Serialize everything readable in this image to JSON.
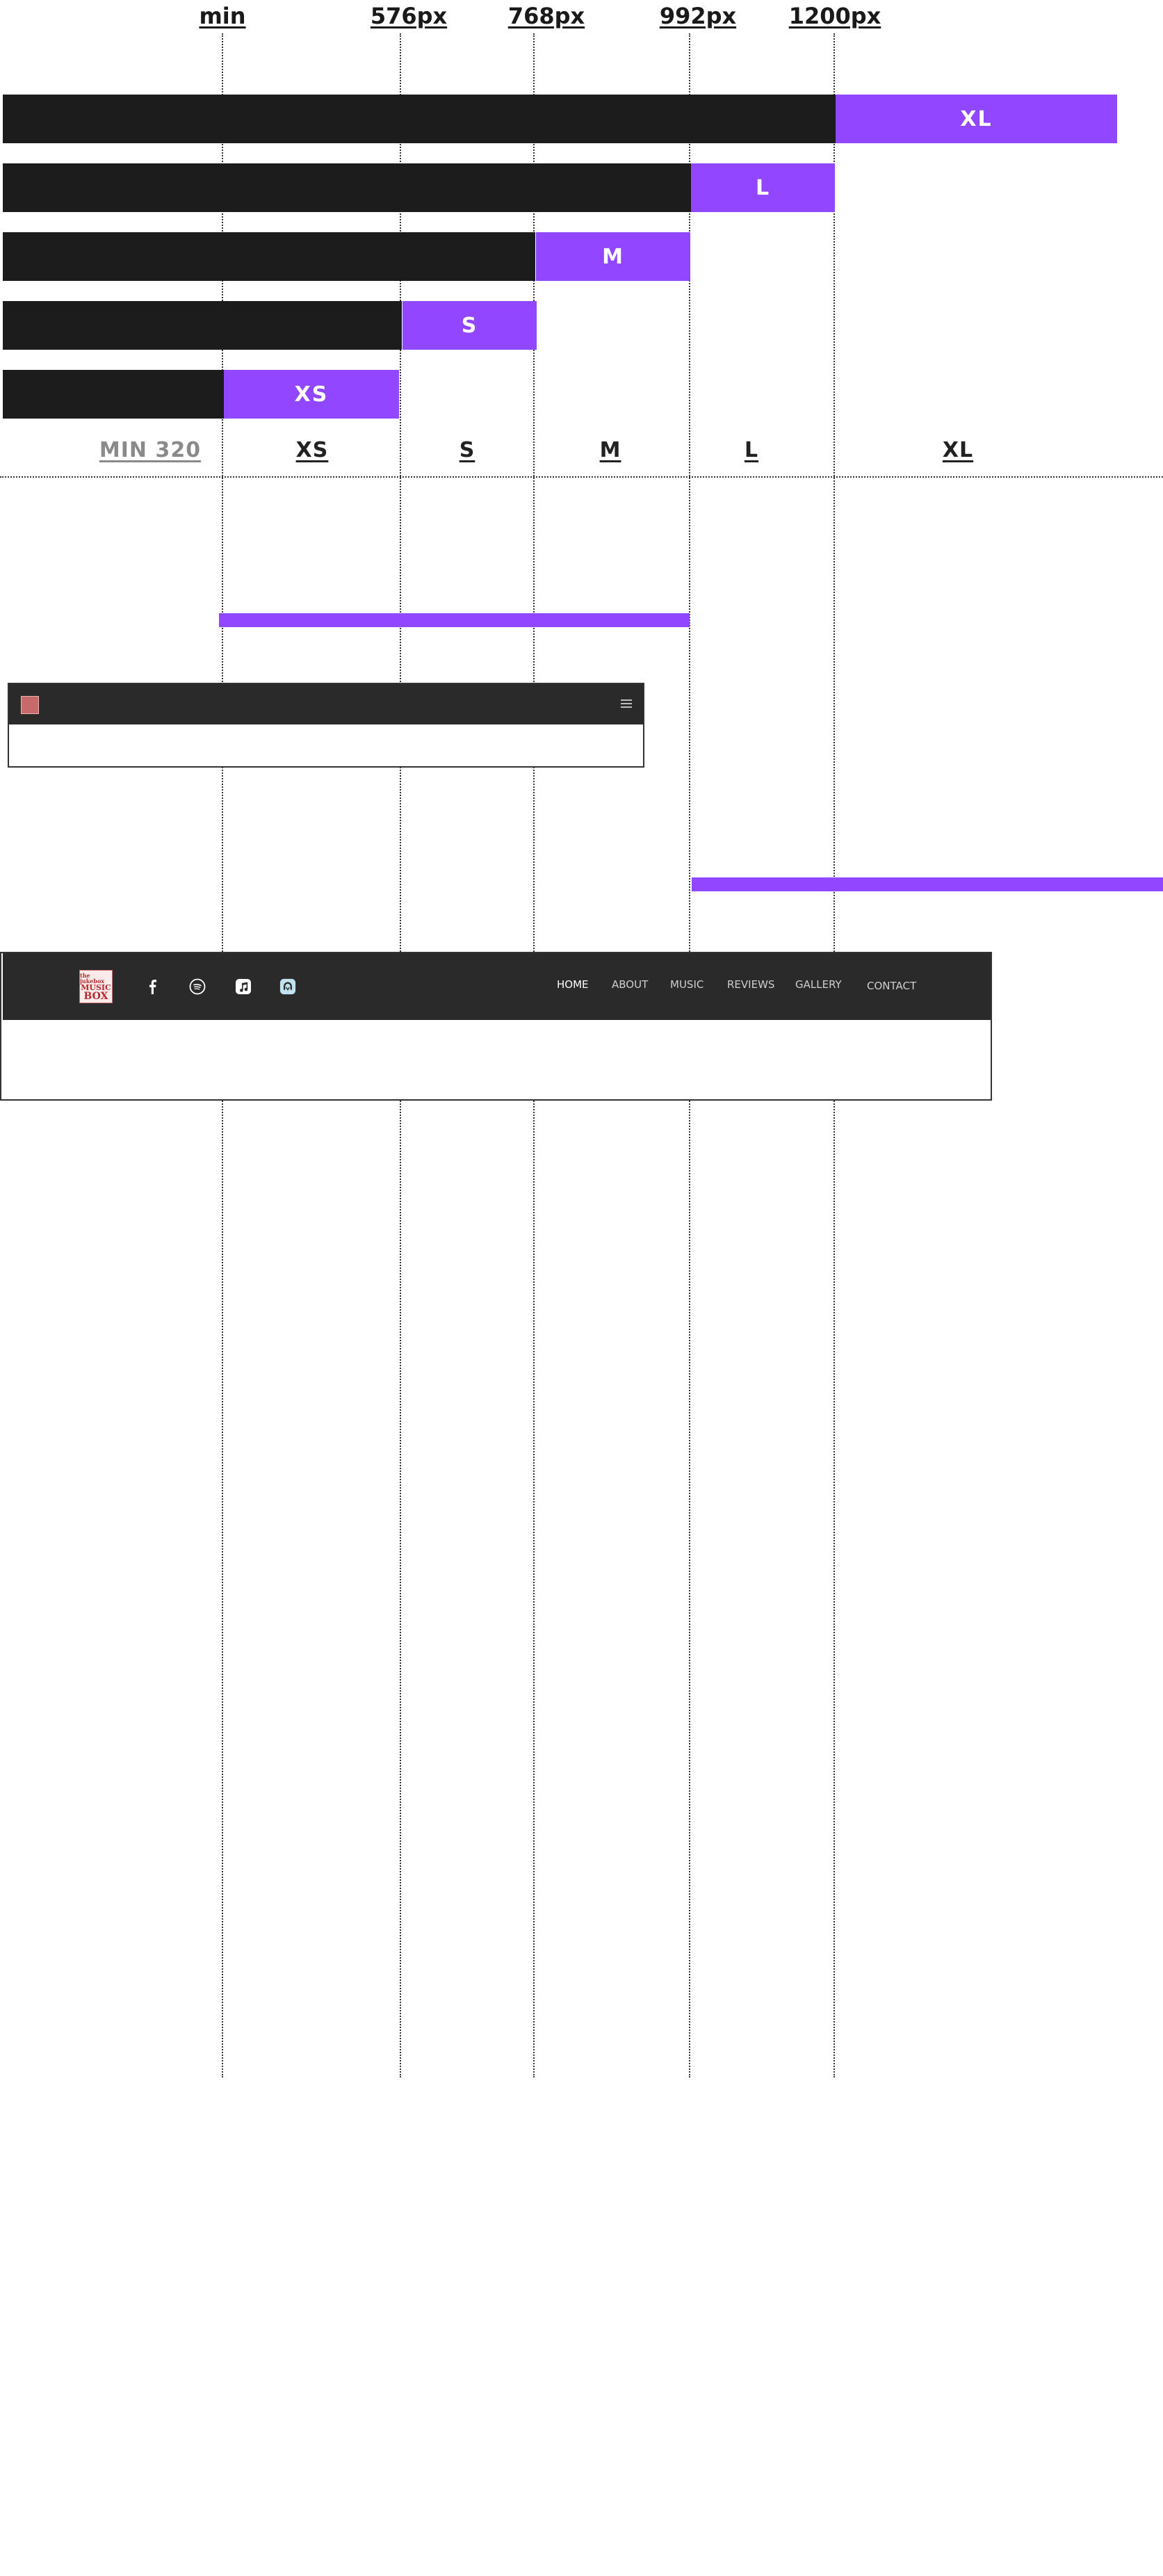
{
  "breakpoints": {
    "min": "min",
    "px576": "576px",
    "px768": "768px",
    "px992": "992px",
    "px1200": "1200px"
  },
  "bars": {
    "xl": "XL",
    "l": "L",
    "m": "M",
    "s": "S",
    "xs": "XS"
  },
  "size_labels": {
    "min": "MIN 320",
    "xs": "XS",
    "s": "S",
    "m": "M",
    "l": "L",
    "xl": "XL"
  },
  "desktop_nav": {
    "home": "HOME",
    "about": "ABOUT",
    "music": "MUSIC",
    "reviews": "REVIEWS",
    "gallery": "GALLERY",
    "contact": "CONTACT"
  },
  "logo": {
    "line1": "the jukebox",
    "line2": "MUSIC",
    "line3": "BOX"
  },
  "icons": [
    "facebook-icon",
    "spotify-icon",
    "apple-music-icon",
    "audiomack-icon",
    "menu-icon"
  ],
  "colors": {
    "accent": "#9146ff",
    "dark": "#1c1c1c",
    "navbar": "#2a2a2a"
  }
}
